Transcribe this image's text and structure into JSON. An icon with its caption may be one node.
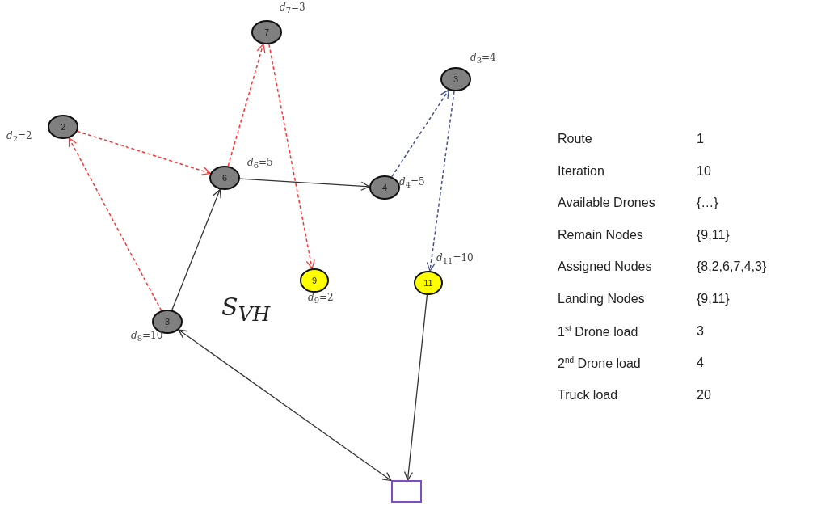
{
  "diagram": {
    "nodes": [
      {
        "text": [
          "7"
        ],
        "beside": [
          "*d*$_{7}$=3"
        ]
      },
      {
        "text": [
          "3"
        ],
        "beside": [
          "*d*$_{3}$=4"
        ]
      },
      {
        "text": [
          "2"
        ],
        "beside": [
          "*d*$_{2}$=2"
        ]
      },
      {
        "text": [
          "6"
        ],
        "beside": [
          "*d*$_{6}$=5"
        ]
      },
      {
        "text": [
          "4"
        ],
        "beside": [
          "*d*$_{4}$=5"
        ]
      },
      {
        "text": [
          "9"
        ],
        "beside": [
          "*d*$_{9}$=2"
        ]
      },
      {
        "text": [
          "11"
        ],
        "beside": [
          "*d*$_{11}$=10"
        ]
      },
      {
        "text": [
          "8"
        ],
        "beside": [
          "*d*$_{8}$=10"
        ]
      },
      {
        "text": [],
        "shape": "box"
      }
    ],
    "edges": [
      {
        "from": 2,
        "to": 3,
        "arrow": "to",
        "style": "dashed"
      },
      {
        "from": 7,
        "to": 2,
        "arrow": "to",
        "style": "dashed"
      },
      {
        "from": 3,
        "to": 0,
        "arrow": "to",
        "style": "dashed"
      },
      {
        "from": 0,
        "to": 5,
        "arrow": "to",
        "style": "dashed"
      },
      {
        "from": 3,
        "to": 4,
        "arrow": "to",
        "color": "#333333"
      },
      {
        "from": 7,
        "to": 3,
        "arrow": "to",
        "color": "#333333"
      },
      {
        "from": 4,
        "to": 1,
        "arrow": "to",
        "style": "dashed",
        "color": "#44508a"
      },
      {
        "from": 1,
        "to": 6,
        "arrow": "to",
        "style": "dashed",
        "color": "#44508a"
      },
      {
        "from": 6,
        "to": 8,
        "arrow": "to",
        "color": "#333333"
      },
      {
        "from": 8,
        "to": 7,
        "arrow": "both",
        "color": "#333333"
      }
    ],
    "labels": [
      "S$_{VH}$",
      "Route",
      "1",
      "Iteration",
      "10",
      "Available Drones",
      "{…}",
      "Remain Nodes",
      "{9,11}",
      "Assigned Nodes",
      "{8,2,6,7,4,3}",
      "Landing Nodes",
      "{9,11}",
      "1$^{st}$ Drone load",
      "3",
      "2$^{nd}$ Drone load",
      "4",
      "Truck load",
      "20"
    ]
  }
}
